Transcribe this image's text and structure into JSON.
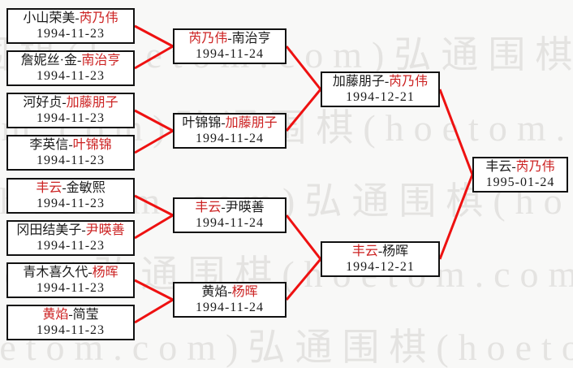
{
  "watermark": {
    "text": "弘通围棋(hoetom.com)",
    "color": "#e4e3e1"
  },
  "colors": {
    "connector_line": "#ee1111",
    "winner_text": "#cc2222",
    "box_border": "#111111",
    "box_background": "#ffffff",
    "page_background": "#f8f8f7"
  },
  "bracket": {
    "round1": [
      {
        "pre": "小山荣美-",
        "red": "芮乃伟",
        "post": "",
        "date": "1994-11-23"
      },
      {
        "pre": "詹妮丝·金-",
        "red": "南治亨",
        "post": "",
        "date": "1994-11-23"
      },
      {
        "pre": "河好贞-",
        "red": "加藤朋子",
        "post": "",
        "date": "1994-11-23"
      },
      {
        "pre": "李英信-",
        "red": "叶锦锦",
        "post": "",
        "date": "1994-11-23"
      },
      {
        "pre": "",
        "red": "丰云",
        "post": "-金敏熙",
        "date": "1994-11-23"
      },
      {
        "pre": "冈田结美子-",
        "red": "尹暎善",
        "post": "",
        "date": "1994-11-23"
      },
      {
        "pre": "青木喜久代-",
        "red": "杨晖",
        "post": "",
        "date": "1994-11-23"
      },
      {
        "pre": "",
        "red": "黄焰",
        "post": "-简莹",
        "date": "1994-11-23"
      }
    ],
    "round2": [
      {
        "pre": "",
        "red": "芮乃伟",
        "post": "-南治亨",
        "date": "1994-11-24"
      },
      {
        "pre": "叶锦锦-",
        "red": "加藤朋子",
        "post": "",
        "date": "1994-11-24"
      },
      {
        "pre": "",
        "red": "丰云",
        "post": "-尹暎善",
        "date": "1994-11-24"
      },
      {
        "pre": "黄焰-",
        "red": "杨晖",
        "post": "",
        "date": "1994-11-24"
      }
    ],
    "semifinals": [
      {
        "pre": "加藤朋子-",
        "red": "芮乃伟",
        "post": "",
        "date": "1994-12-21"
      },
      {
        "pre": "",
        "red": "丰云",
        "post": "-杨晖",
        "date": "1994-12-21"
      }
    ],
    "final": [
      {
        "pre": "丰云-",
        "red": "芮乃伟",
        "post": "",
        "date": "1995-01-24"
      }
    ]
  }
}
